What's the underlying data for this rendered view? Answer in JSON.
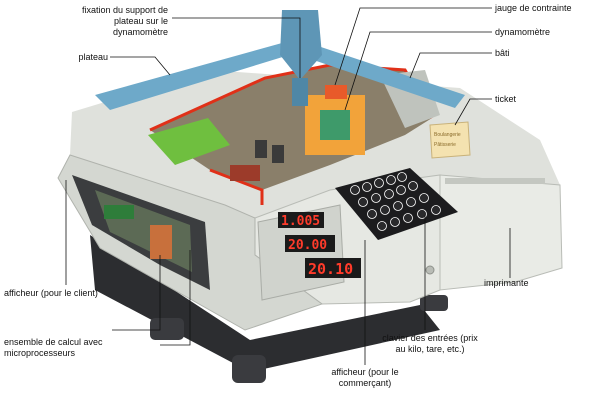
{
  "labels": {
    "fixation": "fixation du support de\nplateau sur le\ndynamomètre",
    "plateau": "plateau",
    "jauge": "jauge de contrainte",
    "dynamometre": "dynamomètre",
    "bati": "bâti",
    "ticket": "ticket",
    "afficheur_client": "afficheur (pour le client)",
    "imprimante": "imprimante",
    "ensemble_calcul": "ensemble de calcul avec\nmicroprocesseurs",
    "clavier": "clavier des entrées (prix\nau kilo, tare, etc.)",
    "afficheur_commercant": "afficheur (pour le\ncommerçant)"
  },
  "displays": {
    "weight": "1.005",
    "price_per_kg": "20.00",
    "total": "20.10"
  },
  "ticket_text": {
    "line1": "Boulangerie",
    "line2": "Pâtisserie"
  },
  "colors": {
    "casing": "#e6e8e3",
    "casing_shadow": "#c9ccc6",
    "dark_base": "#2c2d30",
    "plateau_arm": "#6ea9c9",
    "cutaway_edge": "#e03018",
    "dynamometer": "#f2a33a",
    "display_red": "#ff3b2a",
    "keypad": "#1c1c1e",
    "circuit_green": "#6fbf3f"
  }
}
